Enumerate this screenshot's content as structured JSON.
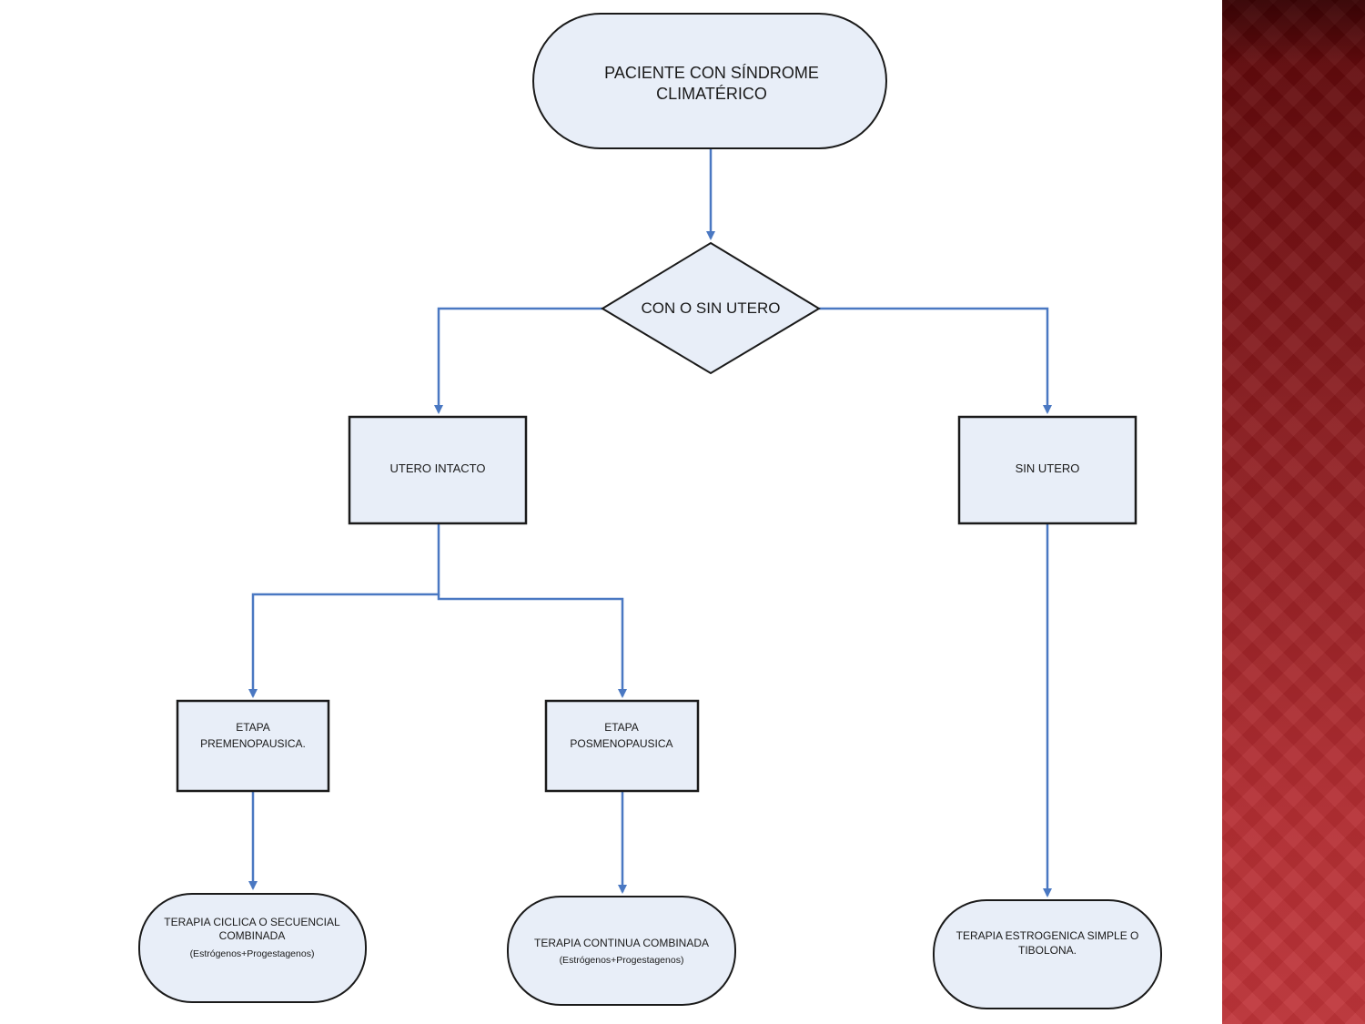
{
  "colors": {
    "node_fill": "#e8eef8",
    "node_stroke": "#1a1a1a",
    "connector": "#4a78c2",
    "side_panel": "#8e1e22"
  },
  "nodes": {
    "start": {
      "line1": "PACIENTE CON SÍNDROME",
      "line2": "CLIMATÉRICO"
    },
    "decision": {
      "label": "CON O SIN UTERO"
    },
    "utero_intacto": {
      "label": "UTERO INTACTO"
    },
    "sin_utero": {
      "label": "SIN UTERO"
    },
    "premenopausica": {
      "line1": "ETAPA",
      "line2": "PREMENOPAUSICA."
    },
    "posmenopausica": {
      "line1": "ETAPA",
      "line2": "POSMENOPAUSICA"
    },
    "terapia_ciclica": {
      "line1": "TERAPIA CICLICA O SECUENCIAL",
      "line2": "COMBINADA",
      "line3": "(Estrógenos+Progestagenos)"
    },
    "terapia_continua": {
      "line1": "TERAPIA CONTINUA COMBINADA",
      "line2": "(Estrógenos+Progestagenos)"
    },
    "terapia_estrogenica": {
      "line1": "TERAPIA ESTROGENICA SIMPLE O",
      "line2": "TIBOLONA."
    }
  }
}
